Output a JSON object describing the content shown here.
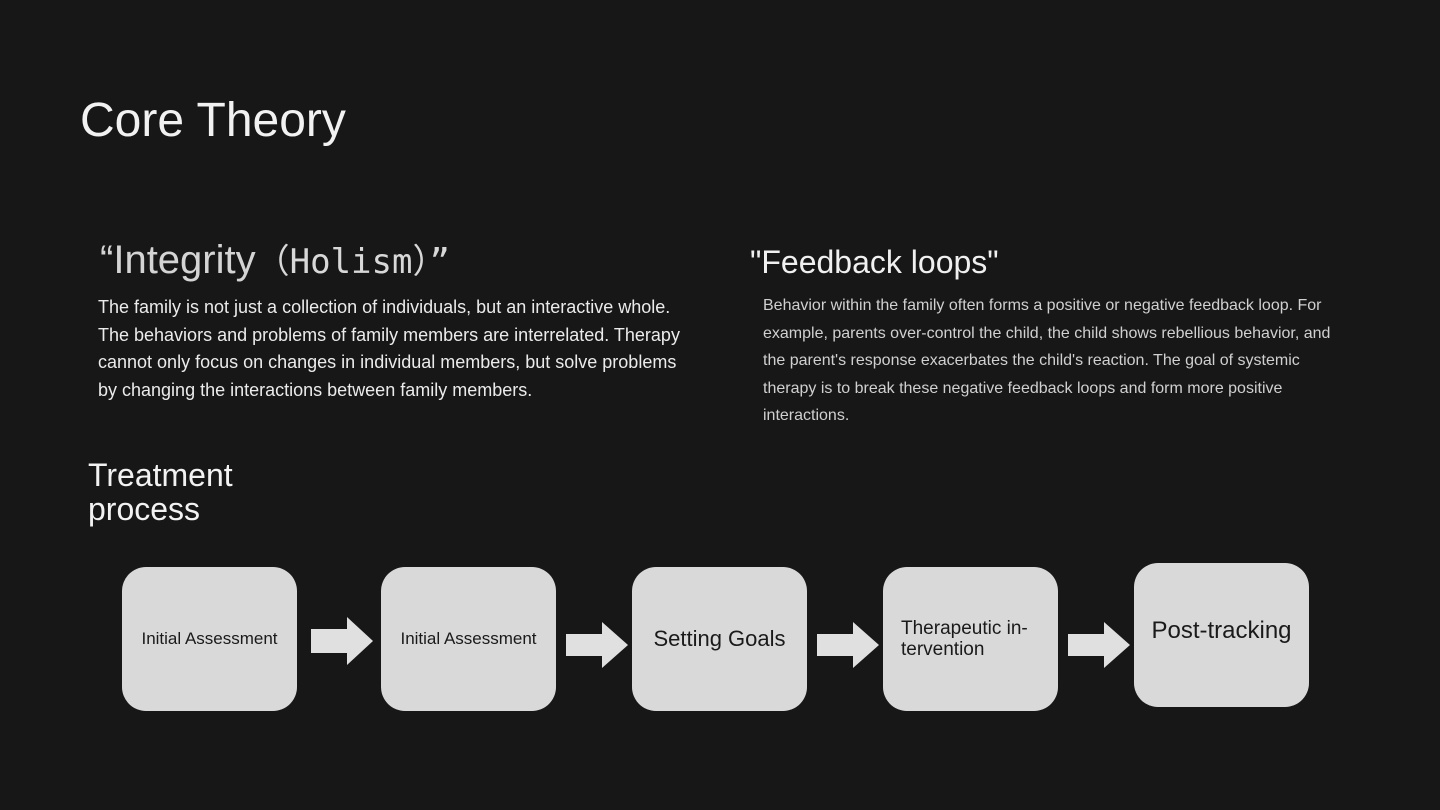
{
  "slide": {
    "title": "Core Theory"
  },
  "integrity": {
    "heading_prefix": "“",
    "heading_word": "Integrity",
    "heading_paren": "（Holism）”",
    "body": "The family is not just a collection of individuals, but an interactive whole. The behaviors and problems of family members are interrelated. Therapy cannot only focus on changes in individual members, but solve problems by changing the interactions between family members."
  },
  "feedback": {
    "heading": "\"Feedback loops\"",
    "body": "Behavior within the family often forms a positive or negative feedback loop. For example, parents over-control the child, the child shows rebellious behavior, and the parent's response exacerbates the child's reaction. The goal of systemic therapy is to break these negative feedback loops and form more positive interactions."
  },
  "process": {
    "heading": "Treatment process",
    "steps": [
      {
        "label": "Initial Assessment"
      },
      {
        "label": "Initial Assessment"
      },
      {
        "label": "Setting Goals"
      },
      {
        "label": "Therapeutic in-tervention"
      },
      {
        "label": "Post-tracking"
      }
    ]
  },
  "colors": {
    "background": "#171717",
    "box": "#d9d9d9",
    "arrow": "#e0e0e0"
  },
  "icons": [
    "arrow-right-icon"
  ]
}
